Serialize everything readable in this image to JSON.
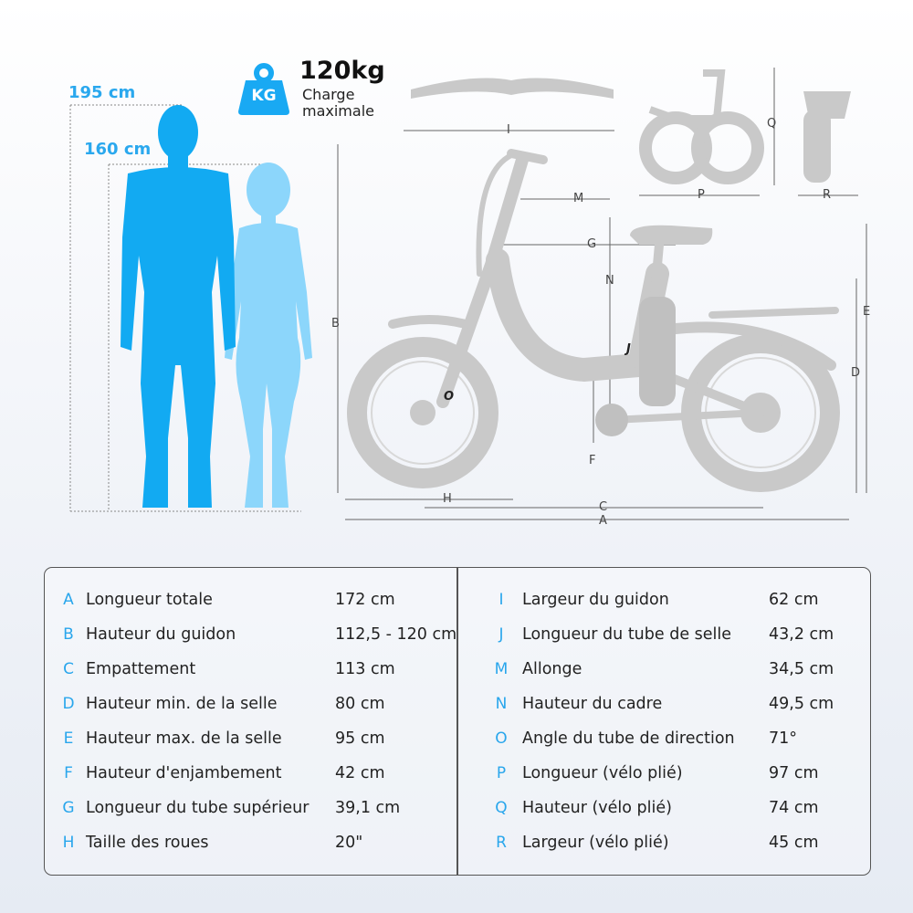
{
  "heights": {
    "man": "195 cm",
    "woman": "160 cm"
  },
  "weight": {
    "value": "120kg",
    "label_line1": "Charge",
    "label_line2": "maximale",
    "icon_text": "KG"
  },
  "diagram_letters": [
    "A",
    "B",
    "C",
    "D",
    "E",
    "F",
    "G",
    "H",
    "I",
    "J",
    "M",
    "N",
    "O",
    "P",
    "Q",
    "R"
  ],
  "colors": {
    "accent": "#29a6ec",
    "man": "#12aaf2",
    "woman": "#8cd6fb",
    "bike": "#c9c9c9"
  },
  "specs_left": [
    {
      "letter": "A",
      "label": "Longueur totale",
      "value": "172 cm"
    },
    {
      "letter": "B",
      "label": "Hauteur du guidon",
      "value": "112,5 - 120 cm"
    },
    {
      "letter": "C",
      "label": "Empattement",
      "value": "113 cm"
    },
    {
      "letter": "D",
      "label": "Hauteur min. de la selle",
      "value": "80 cm"
    },
    {
      "letter": "E",
      "label": "Hauteur max. de la selle",
      "value": "95 cm"
    },
    {
      "letter": "F",
      "label": "Hauteur d'enjambement",
      "value": "42 cm"
    },
    {
      "letter": "G",
      "label": "Longueur du tube supérieur",
      "value": "39,1 cm"
    },
    {
      "letter": "H",
      "label": "Taille des roues",
      "value": "20\""
    }
  ],
  "specs_right": [
    {
      "letter": "I",
      "label": "Largeur du guidon",
      "value": "62 cm"
    },
    {
      "letter": "J",
      "label": "Longueur du tube de selle",
      "value": "43,2 cm"
    },
    {
      "letter": "M",
      "label": "Allonge",
      "value": "34,5 cm"
    },
    {
      "letter": "N",
      "label": "Hauteur du cadre",
      "value": "49,5 cm"
    },
    {
      "letter": "O",
      "label": "Angle du tube de direction",
      "value": "71°"
    },
    {
      "letter": "P",
      "label": "Longueur (vélo plié)",
      "value": "97 cm"
    },
    {
      "letter": "Q",
      "label": "Hauteur (vélo plié)",
      "value": "74 cm"
    },
    {
      "letter": "R",
      "label": "Largeur (vélo plié)",
      "value": "45 cm"
    }
  ]
}
